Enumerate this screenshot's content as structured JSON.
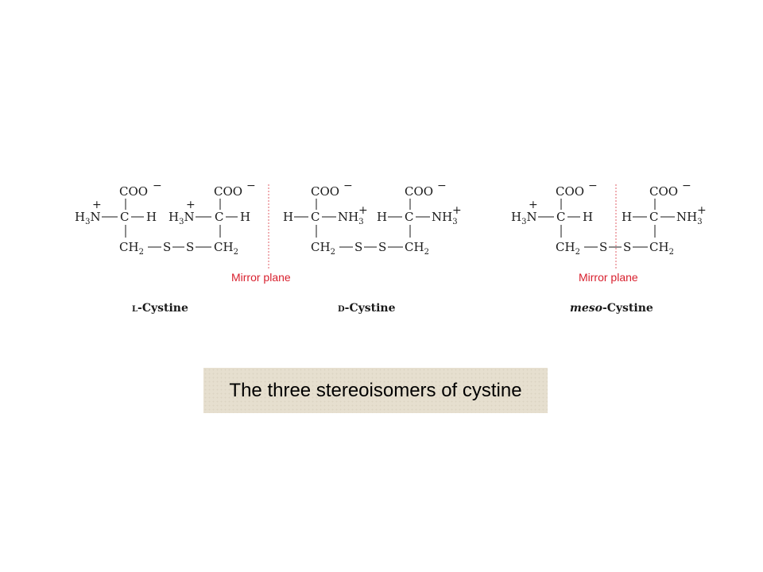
{
  "colors": {
    "mirror": "#d8202e",
    "caption_bg": "#e6dfcf"
  },
  "chem": {
    "carboxylate": "COO",
    "charge_neg": "−",
    "charge_pos": "+",
    "carbon": "C",
    "hydrogen": "H",
    "amino_left": "N",
    "amino_right": "NH",
    "subscript_two": "2",
    "subscript_three": "3",
    "methylene": "CH",
    "sulfur": "S"
  },
  "mirror_plane_label": "Mirror plane",
  "isomers": [
    {
      "prefix": "L",
      "name": "-Cystine"
    },
    {
      "prefix": "D",
      "name": "-Cystine"
    },
    {
      "prefix": "meso",
      "name": "-Cystine"
    }
  ],
  "caption": "The three stereoisomers of cystine"
}
